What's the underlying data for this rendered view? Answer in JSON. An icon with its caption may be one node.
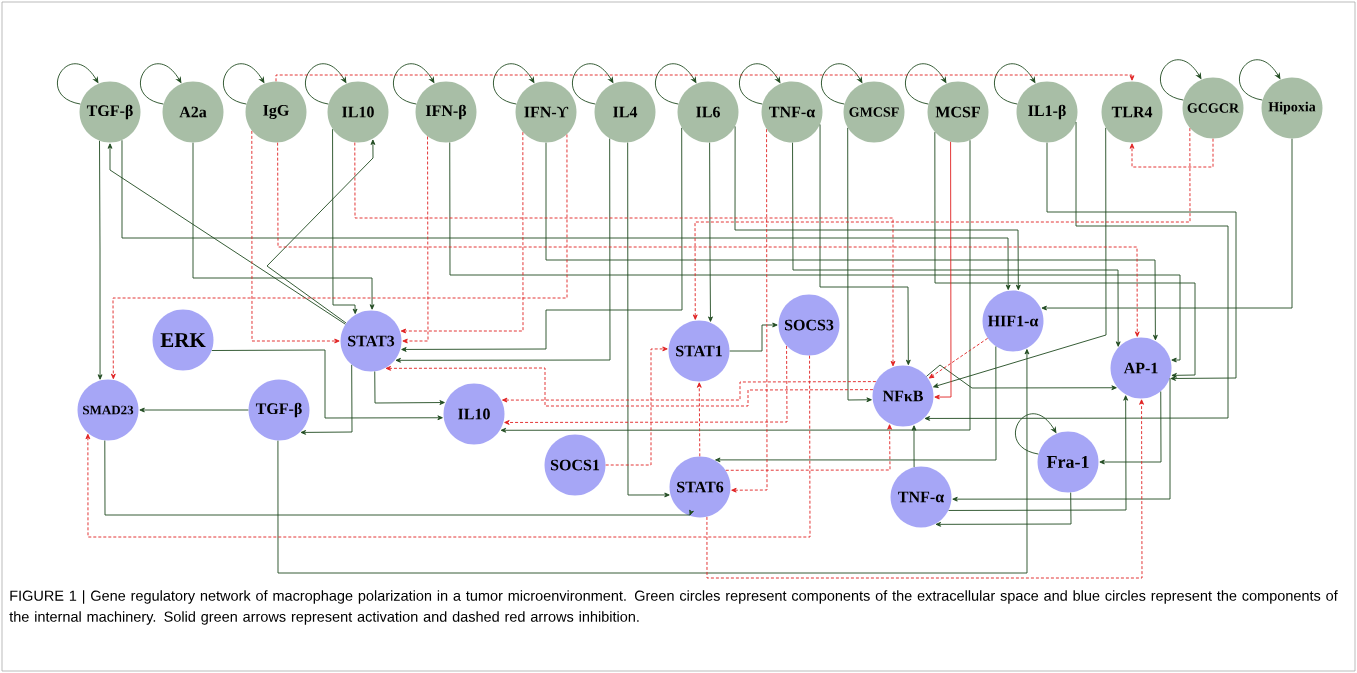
{
  "diagram": {
    "caption": "FIGURE 1 | Gene regulatory network of macrophage polarization in a tumor microenvironment. Green circles represent components of the extracellular space and blue circles represent the components of the internal machinery. Solid green arrows represent activation and dashed red arrows inhibition.",
    "nodes": [
      {
        "text": [
          "TGF-β"
        ]
      },
      {
        "text": [
          "A2a"
        ]
      },
      {
        "text": [
          "IgG"
        ]
      },
      {
        "text": [
          "IL10"
        ]
      },
      {
        "text": [
          "IFN-β"
        ]
      },
      {
        "text": [
          "IFN-ϒ"
        ]
      },
      {
        "text": [
          "IL4"
        ]
      },
      {
        "text": [
          "IL6"
        ]
      },
      {
        "text": [
          "TNF-α"
        ]
      },
      {
        "text": [
          "GMCSF"
        ]
      },
      {
        "text": [
          "MCSF"
        ]
      },
      {
        "text": [
          "IL1-β"
        ]
      },
      {
        "text": [
          "TLR4"
        ]
      },
      {
        "text": [
          "GCGCR"
        ]
      },
      {
        "text": [
          "Hipoxia"
        ]
      },
      {
        "text": [
          "ERK"
        ]
      },
      {
        "text": [
          "STAT3"
        ]
      },
      {
        "text": [
          "SMAD23"
        ]
      },
      {
        "text": [
          "TGF-β"
        ]
      },
      {
        "text": [
          "IL10"
        ]
      },
      {
        "text": [
          "STAT1"
        ]
      },
      {
        "text": [
          "SOCS3"
        ]
      },
      {
        "text": [
          "SOCS1"
        ]
      },
      {
        "text": [
          "STAT6"
        ]
      },
      {
        "text": [
          "NFκB"
        ]
      },
      {
        "text": [
          "HIF1-α"
        ]
      },
      {
        "text": [
          "AP-1"
        ]
      },
      {
        "text": [
          "Fra-1"
        ]
      },
      {
        "text": [
          "TNF-α"
        ]
      }
    ],
    "edges": [
      {
        "from": 0,
        "to": 0,
        "arrow": "to"
      },
      {
        "from": 1,
        "to": 1,
        "arrow": "to"
      },
      {
        "from": 2,
        "to": 2,
        "arrow": "to"
      },
      {
        "from": 3,
        "to": 3,
        "arrow": "to"
      },
      {
        "from": 4,
        "to": 4,
        "arrow": "to"
      },
      {
        "from": 5,
        "to": 5,
        "arrow": "to"
      },
      {
        "from": 6,
        "to": 6,
        "arrow": "to"
      },
      {
        "from": 7,
        "to": 7,
        "arrow": "to"
      },
      {
        "from": 8,
        "to": 8,
        "arrow": "to"
      },
      {
        "from": 9,
        "to": 9,
        "arrow": "to"
      },
      {
        "from": 10,
        "to": 10,
        "arrow": "to"
      },
      {
        "from": 11,
        "to": 11,
        "arrow": "to"
      },
      {
        "from": 13,
        "to": 13,
        "arrow": "to"
      },
      {
        "from": 14,
        "to": 14,
        "arrow": "to"
      },
      {
        "from": 27,
        "to": 27,
        "arrow": "to"
      },
      {
        "from": 0,
        "to": 17,
        "arrow": "to"
      },
      {
        "from": 0,
        "to": 25,
        "arrow": "to"
      },
      {
        "from": 16,
        "to": 0,
        "arrow": "to"
      },
      {
        "from": 16,
        "to": 3,
        "arrow": "to"
      },
      {
        "from": 1,
        "to": 16,
        "arrow": "to"
      },
      {
        "from": 3,
        "to": 16,
        "arrow": "to"
      },
      {
        "from": 4,
        "to": 26,
        "arrow": "to"
      },
      {
        "from": 5,
        "to": 26,
        "arrow": "to"
      },
      {
        "from": 6,
        "to": 16,
        "arrow": "to"
      },
      {
        "from": 6,
        "to": 23,
        "arrow": "to"
      },
      {
        "from": 7,
        "to": 16,
        "arrow": "to"
      },
      {
        "from": 7,
        "to": 20,
        "arrow": "to"
      },
      {
        "from": 7,
        "to": 25,
        "arrow": "to"
      },
      {
        "from": 8,
        "to": 26,
        "arrow": "to"
      },
      {
        "from": 8,
        "to": 24,
        "arrow": "to"
      },
      {
        "from": 9,
        "to": 24,
        "arrow": "to"
      },
      {
        "from": 10,
        "to": 26,
        "arrow": "to"
      },
      {
        "from": 10,
        "to": 19,
        "arrow": "to"
      },
      {
        "from": 11,
        "to": 26,
        "arrow": "to"
      },
      {
        "from": 11,
        "to": 24,
        "arrow": "to"
      },
      {
        "from": 12,
        "to": 24,
        "arrow": "to"
      },
      {
        "from": 14,
        "to": 25,
        "arrow": "to"
      },
      {
        "from": 15,
        "to": 19,
        "arrow": "to"
      },
      {
        "from": 16,
        "to": 19,
        "arrow": "to"
      },
      {
        "from": 16,
        "to": 18,
        "arrow": "to"
      },
      {
        "from": 18,
        "to": 17,
        "arrow": "to"
      },
      {
        "from": 17,
        "to": 23,
        "arrow": "to"
      },
      {
        "from": 18,
        "to": 25,
        "arrow": "to"
      },
      {
        "from": 20,
        "to": 21,
        "arrow": "to"
      },
      {
        "from": 25,
        "to": 23,
        "arrow": "to"
      },
      {
        "from": 28,
        "to": 24,
        "arrow": "to"
      },
      {
        "from": 28,
        "to": 26,
        "arrow": "to"
      },
      {
        "from": 27,
        "to": 28,
        "arrow": "to"
      },
      {
        "from": 26,
        "to": 27,
        "arrow": "to"
      },
      {
        "from": 26,
        "to": 28,
        "arrow": "to"
      },
      {
        "from": 24,
        "to": 26,
        "arrow": "to"
      },
      {
        "from": 2,
        "to": 16,
        "arrow": "to",
        "style": "dashed",
        "color": "#e02020"
      },
      {
        "from": 2,
        "to": 12,
        "arrow": "to",
        "style": "dashed",
        "color": "#e02020"
      },
      {
        "from": 2,
        "to": 26,
        "arrow": "to",
        "style": "dashed",
        "color": "#e02020"
      },
      {
        "from": 3,
        "to": 24,
        "arrow": "to",
        "style": "dashed",
        "color": "#e02020"
      },
      {
        "from": 4,
        "to": 16,
        "arrow": "to",
        "style": "dashed",
        "color": "#e02020"
      },
      {
        "from": 5,
        "to": 16,
        "arrow": "to",
        "style": "dashed",
        "color": "#e02020"
      },
      {
        "from": 5,
        "to": 17,
        "arrow": "to",
        "style": "dashed",
        "color": "#e02020"
      },
      {
        "from": 8,
        "to": 23,
        "arrow": "to",
        "style": "dashed",
        "color": "#e02020"
      },
      {
        "from": 13,
        "to": 12,
        "arrow": "to",
        "style": "dashed",
        "color": "#e02020"
      },
      {
        "from": 13,
        "to": 20,
        "arrow": "to",
        "style": "dashed",
        "color": "#e02020"
      },
      {
        "from": 22,
        "to": 20,
        "arrow": "to",
        "style": "dashed",
        "color": "#e02020"
      },
      {
        "from": 23,
        "to": 20,
        "arrow": "to",
        "style": "dashed",
        "color": "#e02020"
      },
      {
        "from": 23,
        "to": 24,
        "arrow": "to",
        "style": "dashed",
        "color": "#e02020"
      },
      {
        "from": 21,
        "to": 19,
        "arrow": "to",
        "style": "dashed",
        "color": "#e02020"
      },
      {
        "from": 21,
        "to": 17,
        "arrow": "to",
        "style": "dashed",
        "color": "#e02020"
      },
      {
        "from": 24,
        "to": 19,
        "arrow": "to",
        "style": "dashed",
        "color": "#e02020"
      },
      {
        "from": 24,
        "to": 16,
        "arrow": "to",
        "style": "dashed",
        "color": "#e02020"
      },
      {
        "from": 25,
        "to": 24,
        "arrow": "to",
        "style": "dashed",
        "color": "#e02020"
      },
      {
        "from": 23,
        "to": 26,
        "arrow": "to",
        "style": "dashed",
        "color": "#e02020"
      },
      {
        "from": 10,
        "to": 24,
        "arrow": "to",
        "color": "#e02020"
      }
    ]
  }
}
